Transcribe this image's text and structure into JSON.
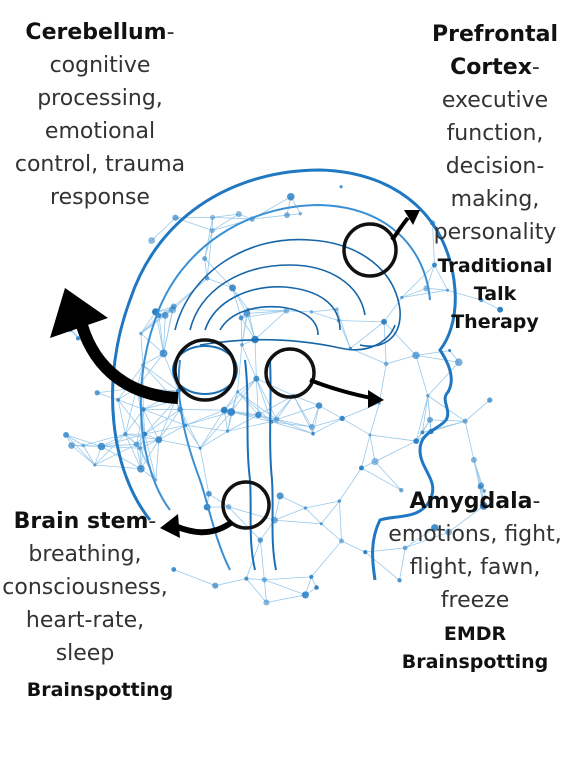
{
  "regions": [
    {
      "name": "Cerebellum",
      "suffix": "-",
      "description_lines": [
        "cognitive",
        "processing,",
        "emotional",
        "control, trauma",
        "response"
      ]
    },
    {
      "name_lines": [
        "Prefrontal",
        "Cortex"
      ],
      "suffix": "-",
      "description_lines": [
        "executive",
        "function,",
        "decision-",
        "making,",
        "personality"
      ]
    },
    {
      "name": "Brain stem",
      "suffix": "-",
      "description_lines": [
        "breathing,",
        "consciousness,",
        "heart-rate,",
        "sleep"
      ]
    },
    {
      "name": "Amygdala",
      "suffix": "-",
      "description_lines": [
        "emotions, fight,",
        "flight, fawn,",
        "freeze"
      ]
    }
  ],
  "therapies": {
    "prefrontal": [
      "Traditional",
      "Talk",
      "Therapy"
    ],
    "brain_stem": [
      "Brainspotting"
    ],
    "amygdala": [
      "EMDR",
      "Brainspotting"
    ]
  },
  "colors": {
    "network": "#2a7fc4",
    "network_light": "#9ecbeb",
    "text": "#111111",
    "arrow": "#000000"
  }
}
